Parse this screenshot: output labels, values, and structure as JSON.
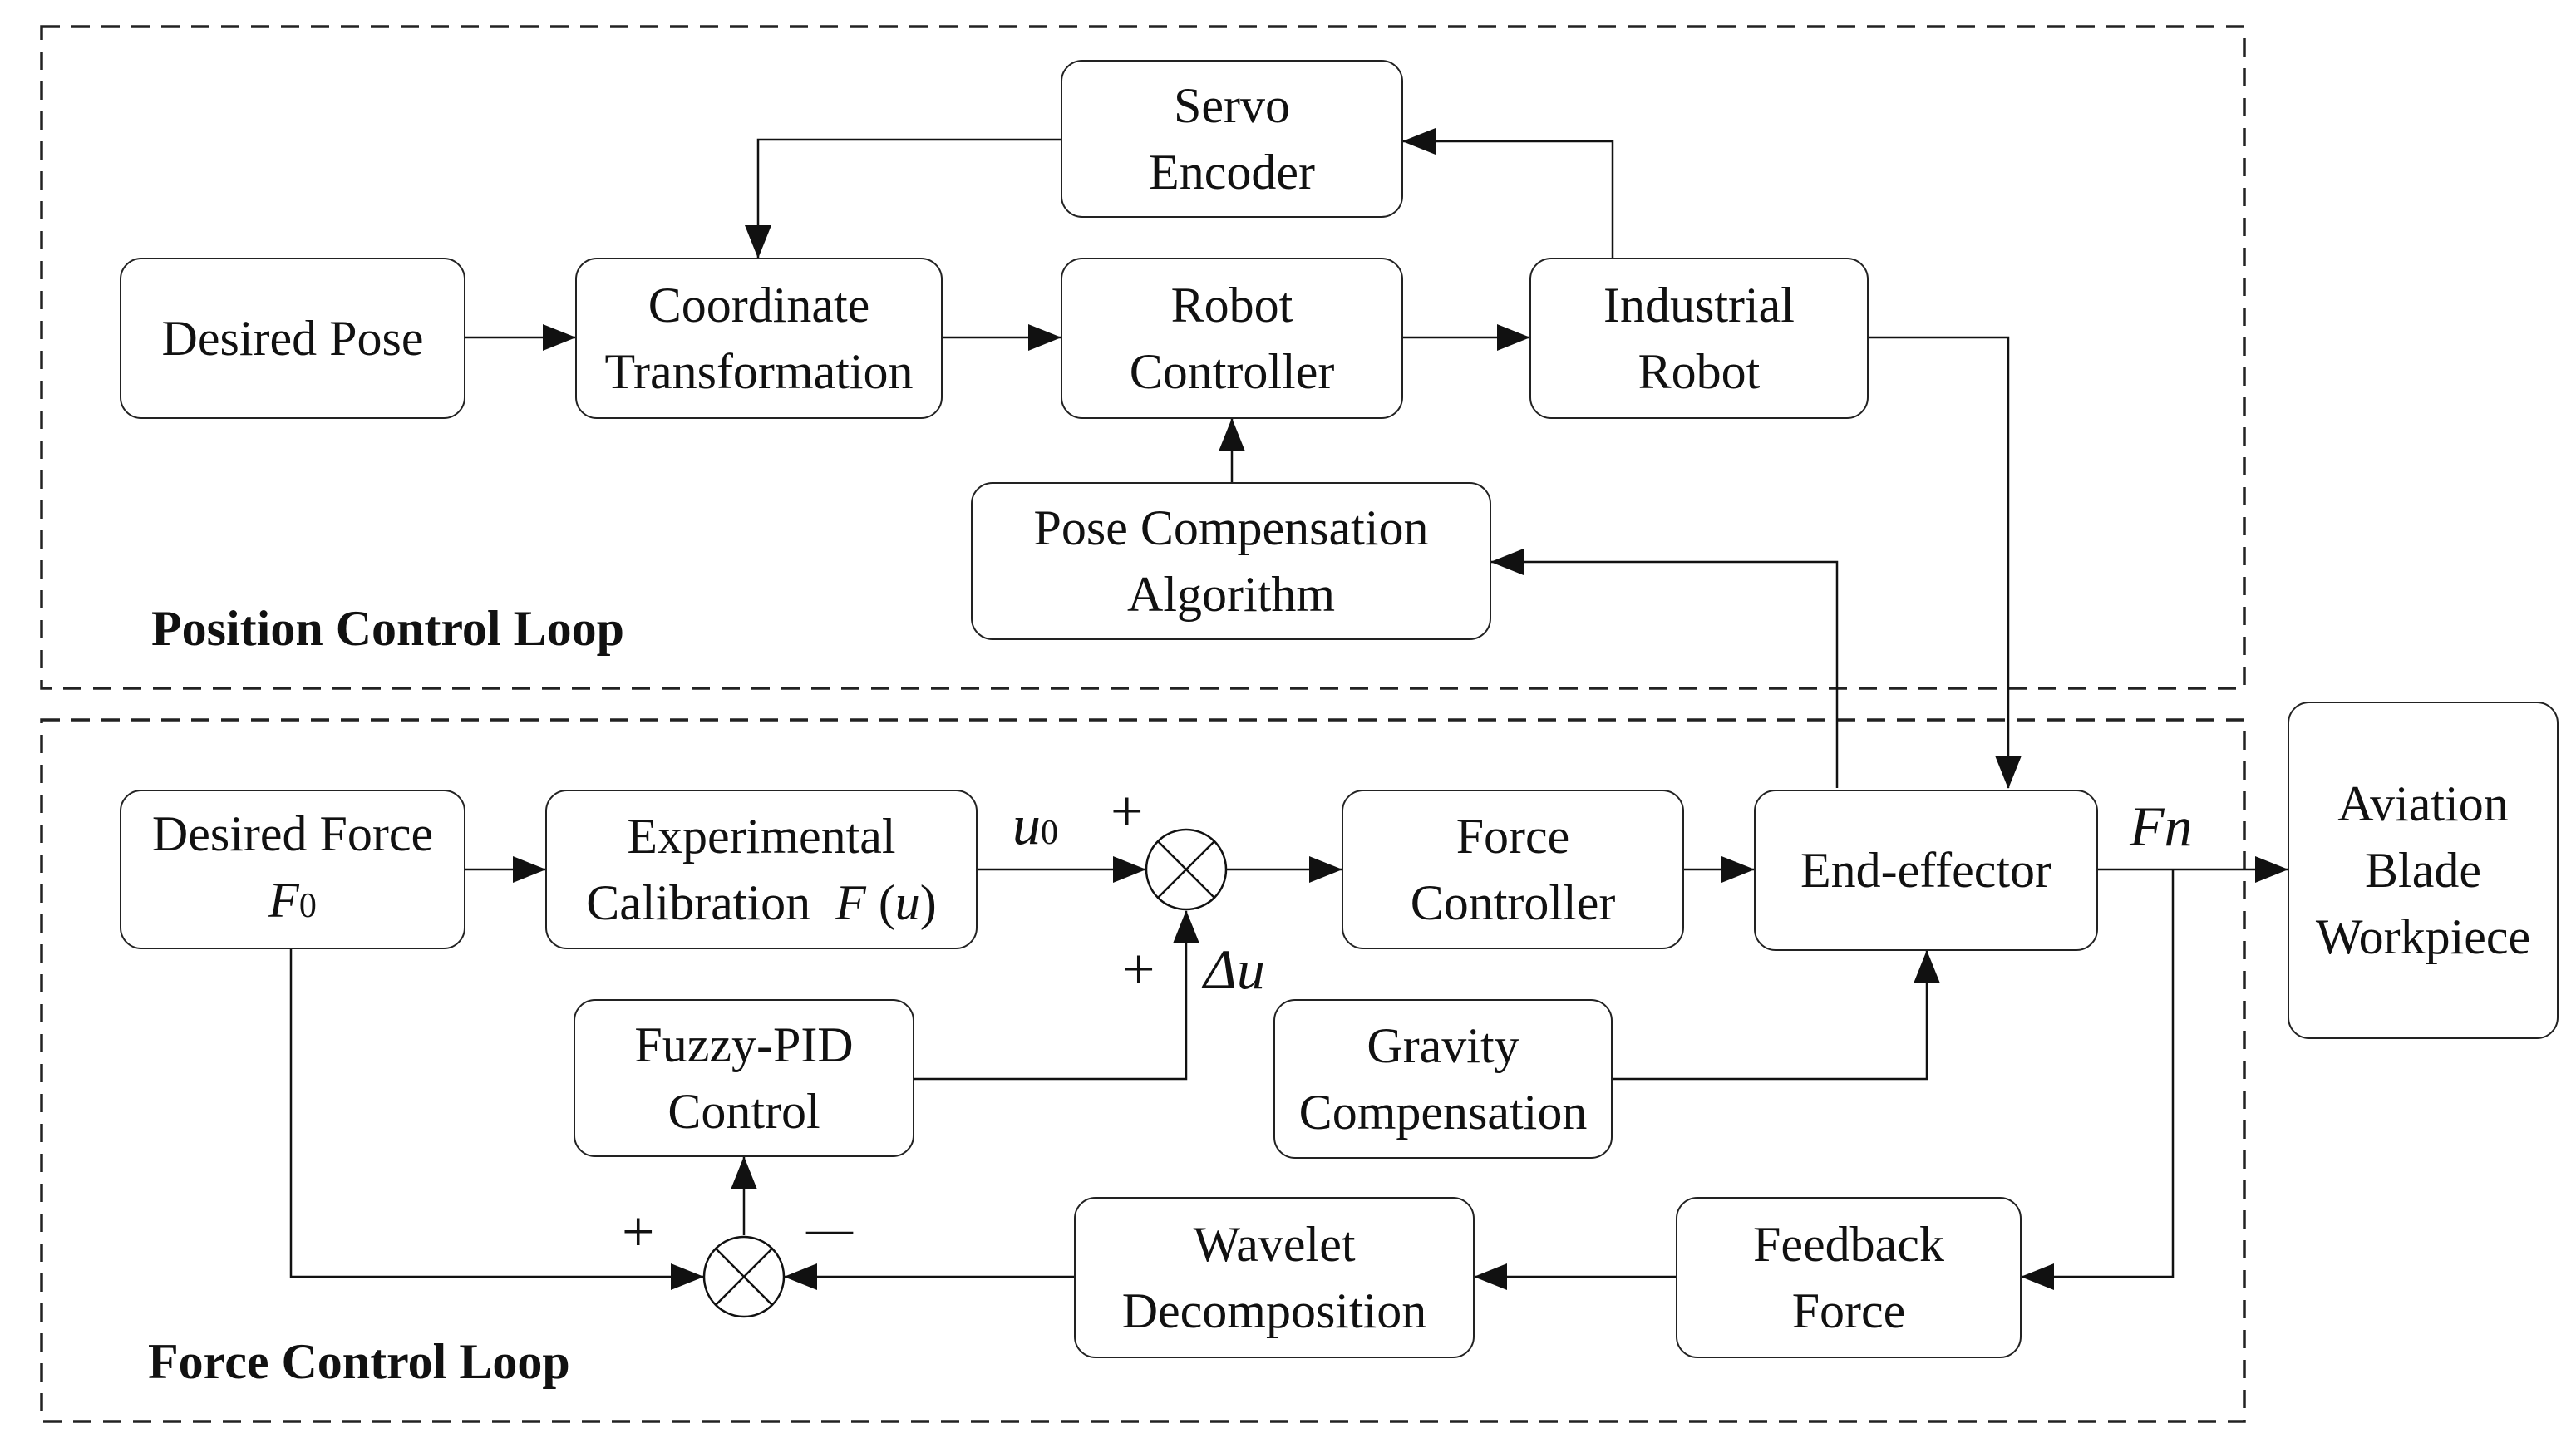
{
  "loops": {
    "position": "Position Control Loop",
    "force": "Force Control Loop"
  },
  "blocks": {
    "desired_pose": "Desired Pose",
    "coordinate_transformation": [
      "Coordinate",
      "Transformation"
    ],
    "robot_controller": [
      "Robot",
      "Controller"
    ],
    "industrial_robot": [
      "Industrial",
      "Robot"
    ],
    "servo_encoder": [
      "Servo",
      "Encoder"
    ],
    "pose_compensation": [
      "Pose Compensation",
      "Algorithm"
    ],
    "desired_force": {
      "line1": "Desired Force",
      "symbol": "F",
      "subscript": "0"
    },
    "experimental_calibration": {
      "line1": "Experimental",
      "line2": "Calibration",
      "func": "F",
      "arg": "u"
    },
    "force_controller": [
      "Force",
      "Controller"
    ],
    "end_effector": "End-effector",
    "fuzzy_pid": [
      "Fuzzy-PID",
      "Control"
    ],
    "gravity_compensation": [
      "Gravity",
      "Compensation"
    ],
    "wavelet_decomposition": [
      "Wavelet",
      "Decomposition"
    ],
    "feedback_force": [
      "Feedback",
      "Force"
    ],
    "aviation_blade": [
      "Aviation",
      "Blade",
      "Workpiece"
    ]
  },
  "signals": {
    "u0": {
      "symbol": "u",
      "subscript": "0"
    },
    "delta_u": "Δu",
    "fn": "Fn"
  },
  "signs": {
    "plus": "+",
    "minus": "—"
  }
}
